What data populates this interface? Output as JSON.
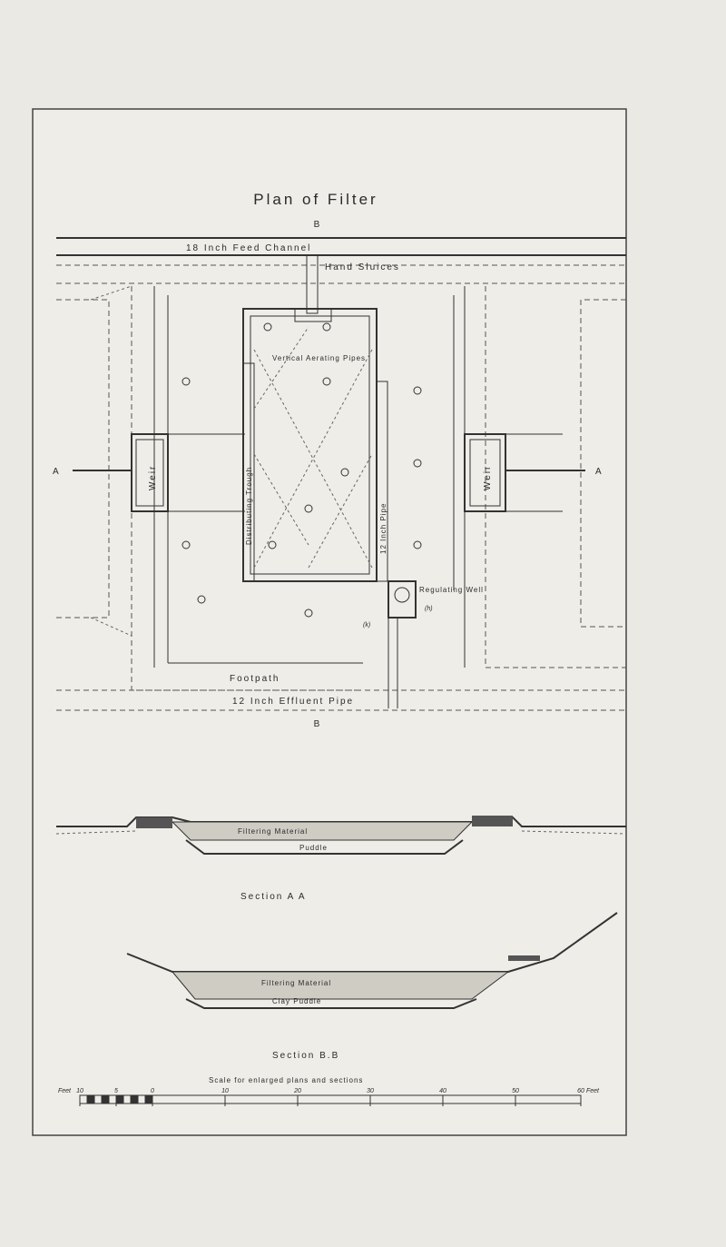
{
  "plan": {
    "title": "Plan of Filter",
    "section_mark_top": "B",
    "section_mark_bottom": "B",
    "section_mark_left": "A",
    "section_mark_right": "A",
    "feed_channel": "18 Inch Feed Channel",
    "hand_sluices": "Hand Sluices",
    "vertical_aerating_pipes": "Vertical Aerating Pipes",
    "distributing_trough": "Distributing Trough",
    "weir_left": "Weir",
    "weir_right": "Weir",
    "twelve_inch_pipe": "12 Inch Pipe",
    "regulating_well": "Regulating Well",
    "regulating_well_mark": "(h)",
    "pipe_mark": "(k)",
    "footpath": "Footpath",
    "effluent_pipe": "12 Inch Effluent Pipe"
  },
  "section_aa": {
    "title": "Section A A",
    "filtering_material": "Filtering Material",
    "puddle": "Puddle"
  },
  "section_bb": {
    "title": "Section B.B",
    "filtering_material": "Filtering Material",
    "clay_puddle": "Clay Puddle"
  },
  "scale": {
    "title": "Scale for enlarged plans and sections",
    "left_unit": "Feet",
    "right_unit": "Feet",
    "ticks": [
      "10",
      "5",
      "0",
      "10",
      "20",
      "30",
      "40",
      "50",
      "60"
    ]
  }
}
